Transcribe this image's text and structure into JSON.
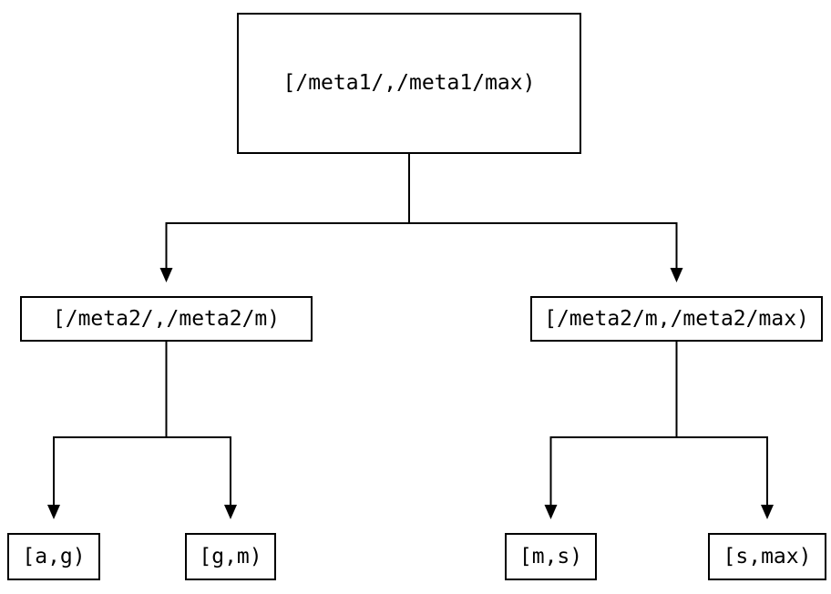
{
  "colors": {
    "background": "#ffffff",
    "line": "#000000",
    "text": "#000000"
  },
  "tree": {
    "root": {
      "label": "[/meta1/,/meta1/max)"
    },
    "children": [
      {
        "label": "[/meta2/,/meta2/m)",
        "children": [
          {
            "label": "[a,g)"
          },
          {
            "label": "[g,m)"
          }
        ]
      },
      {
        "label": "[/meta2/m,/meta2/max)",
        "children": [
          {
            "label": "[m,s)"
          },
          {
            "label": "[s,max)"
          }
        ]
      }
    ]
  }
}
